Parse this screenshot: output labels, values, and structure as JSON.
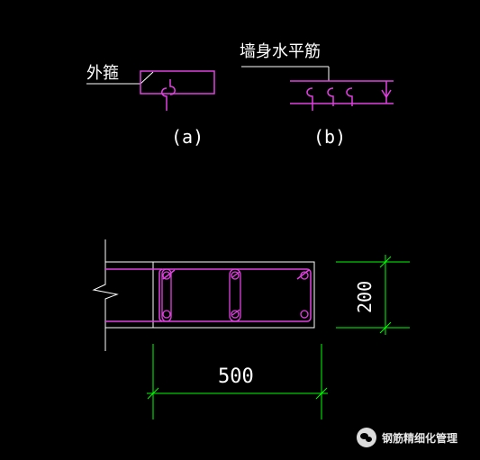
{
  "labels": {
    "outer_hoop": "外箍",
    "wall_horizontal_bar": "墙身水平筋",
    "caption_a": "(a)",
    "caption_b": "(b)",
    "dim_width": "500",
    "dim_height": "200"
  },
  "watermark": {
    "text": "钢筋精细化管理",
    "icon": "wechat-icon"
  },
  "colors": {
    "background": "#000000",
    "rebar": "#e040e0",
    "outline": "#ffffff",
    "dimension": "#00ff00",
    "text": "#ffffff"
  }
}
